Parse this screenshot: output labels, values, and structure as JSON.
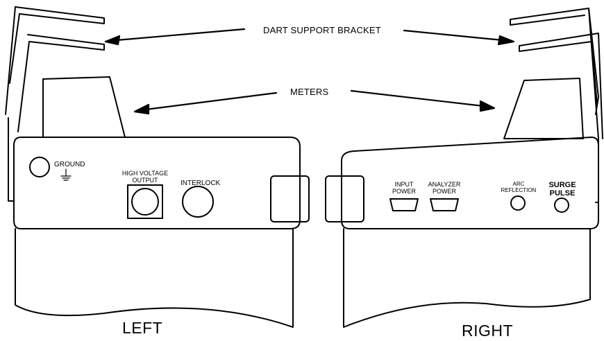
{
  "callouts": {
    "bracket": "DART SUPPORT BRACKET",
    "meters": "METERS"
  },
  "left_panel": {
    "ground": "GROUND",
    "hv_line1": "HIGH VOLTAGE",
    "hv_line2": "OUTPUT",
    "interlock": "INTERLOCK",
    "side": "LEFT"
  },
  "right_panel": {
    "input_line1": "INPUT",
    "input_line2": "POWER",
    "analyzer_line1": "ANALYZER",
    "analyzer_line2": "POWER",
    "arc_line1": "ARC",
    "arc_line2": "REFLECTION",
    "surge_line1": "SURGE",
    "surge_line2": "PULSE",
    "side": "RIGHT"
  },
  "colors": {
    "line": "#000000",
    "background": "#ffffff"
  }
}
